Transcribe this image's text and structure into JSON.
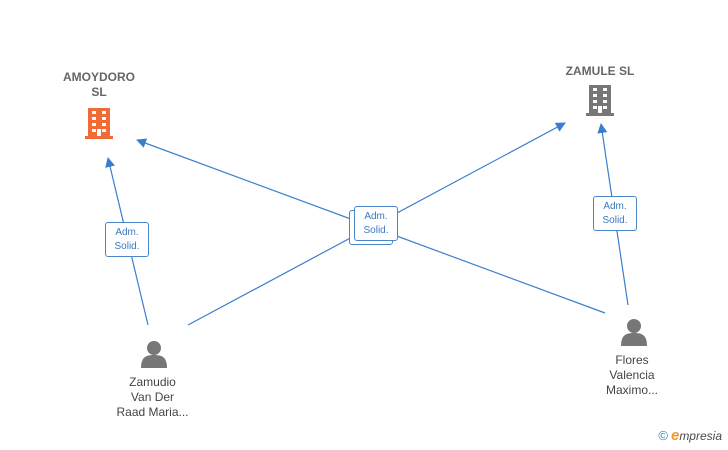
{
  "companies": [
    {
      "id": "amoydoro",
      "name": "AMOYDORO\nSL",
      "color": "#f26a35"
    },
    {
      "id": "zamule",
      "name": "ZAMULE  SL",
      "color": "#777777"
    }
  ],
  "persons": [
    {
      "id": "zamudio",
      "name": "Zamudio\nVan Der\nRaad Maria..."
    },
    {
      "id": "flores",
      "name": "Flores\nValencia\nMaximo..."
    }
  ],
  "roles": {
    "left": "Adm.\nSolid.",
    "center": "Adm.\nSolid.",
    "right": "Adm.\nSolid."
  },
  "colors": {
    "edge": "#3a7fcf",
    "person_icon": "#777777"
  },
  "footer": {
    "copyright": "©",
    "brand_initial": "e",
    "brand_rest": "mpresia"
  }
}
